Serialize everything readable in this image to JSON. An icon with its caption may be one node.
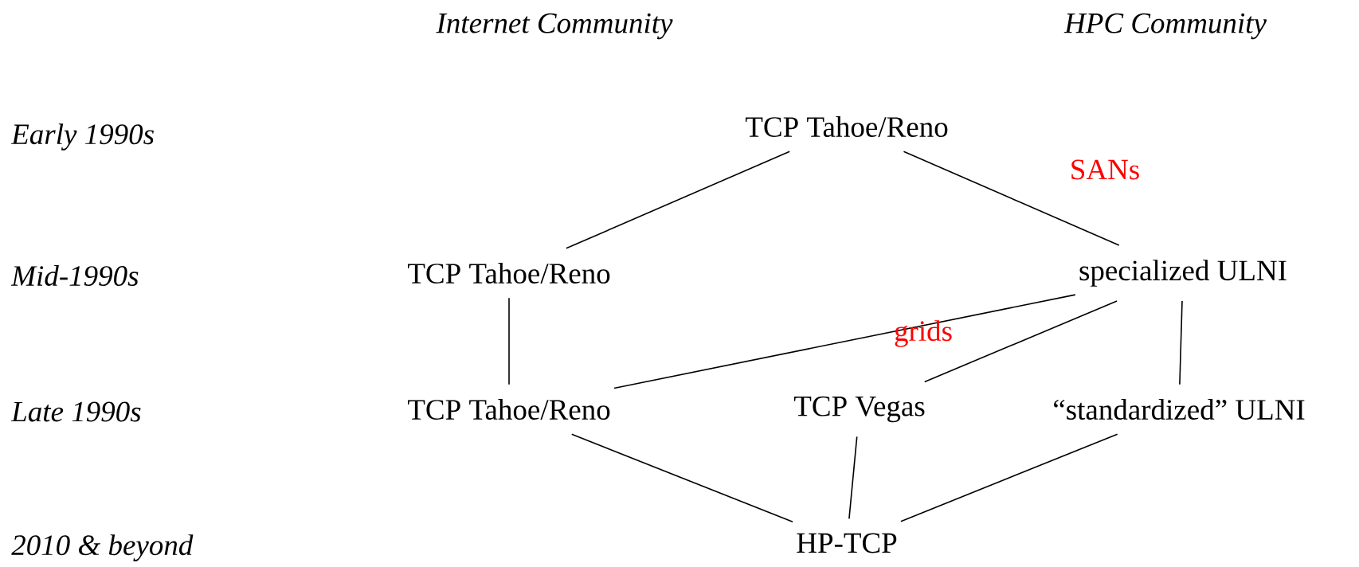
{
  "diagram": {
    "nodes": [
      {
        "text": [
          "TCP Tahoe/Reno"
        ]
      },
      {
        "text": [
          "TCP Tahoe/Reno"
        ]
      },
      {
        "text": [
          "specialized ULNI"
        ]
      },
      {
        "text": [
          "TCP Tahoe/Reno"
        ]
      },
      {
        "text": [
          "TCP Vegas"
        ]
      },
      {
        "text": [
          "“standardized” ULNI"
        ]
      },
      {
        "text": [
          "HP-TCP"
        ]
      }
    ],
    "edges": [
      {
        "from": 0,
        "to": 1,
        "arrow": "none"
      },
      {
        "from": 0,
        "to": 2,
        "arrow": "none",
        "label": "SANs"
      },
      {
        "from": 1,
        "to": 3,
        "arrow": "none"
      },
      {
        "from": 2,
        "to": 3,
        "arrow": "none"
      },
      {
        "from": 2,
        "to": 4,
        "arrow": "none",
        "label": "grids"
      },
      {
        "from": 2,
        "to": 5,
        "arrow": "none"
      },
      {
        "from": 3,
        "to": 6,
        "arrow": "none"
      },
      {
        "from": 4,
        "to": 6,
        "arrow": "none"
      },
      {
        "from": 5,
        "to": 6,
        "arrow": "none"
      }
    ],
    "labels": [
      "Internet Community",
      "HPC Community",
      "Early 1990s",
      "Mid-1990s",
      "Late 1990s",
      "2010 & beyond"
    ]
  }
}
